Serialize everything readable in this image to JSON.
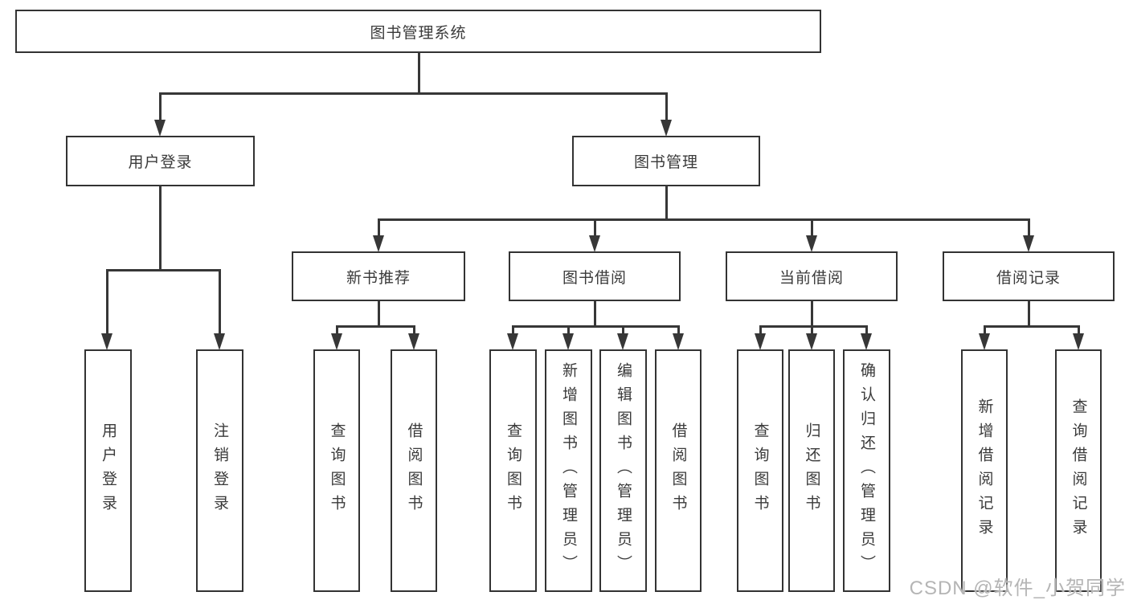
{
  "diagram_title": "图书管理系统",
  "tree": {
    "root": {
      "label": "图书管理系统"
    },
    "branches": [
      {
        "label": "用户登录",
        "children": [
          {
            "label": "用户登录"
          },
          {
            "label": "注销登录"
          }
        ]
      },
      {
        "label": "图书管理",
        "groups": [
          {
            "label": "新书推荐",
            "children": [
              {
                "label": "查询图书"
              },
              {
                "label": "借阅图书"
              }
            ]
          },
          {
            "label": "图书借阅",
            "children": [
              {
                "label": "查询图书"
              },
              {
                "label": "新增图书（管理员）"
              },
              {
                "label": "编辑图书（管理员）"
              },
              {
                "label": "借阅图书"
              }
            ]
          },
          {
            "label": "当前借阅",
            "children": [
              {
                "label": "查询图书"
              },
              {
                "label": "归还图书"
              },
              {
                "label": "确认归还（管理员）"
              }
            ]
          },
          {
            "label": "借阅记录",
            "children": [
              {
                "label": "新增借阅记录"
              },
              {
                "label": "查询借阅记录"
              }
            ]
          }
        ]
      }
    ]
  },
  "watermark": "CSDN @软件_小贺同学",
  "colors": {
    "line": "#373737",
    "text": "#3a3a3a",
    "watermark": "#b5b5b5",
    "background": "#ffffff"
  }
}
